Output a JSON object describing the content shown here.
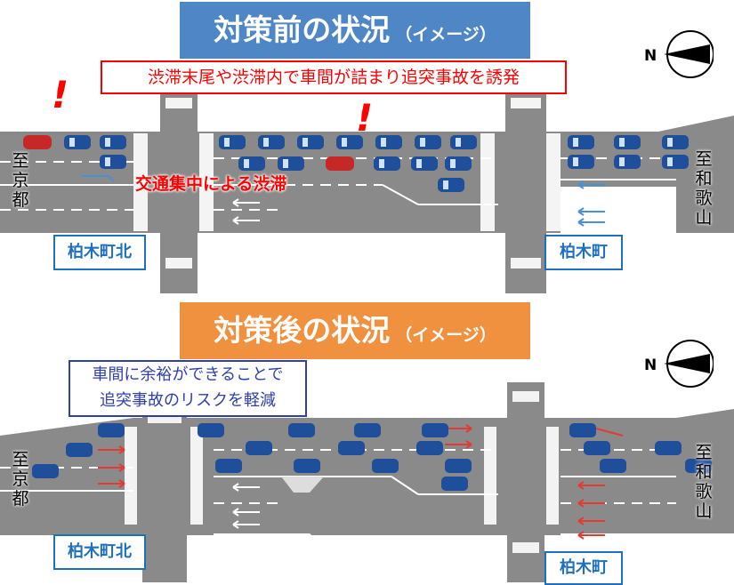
{
  "before": {
    "title": "対策前の状況",
    "title_sub": "（イメージ）",
    "callout": "渋滞末尾や渋滞内で車間が詰まり追突事故を誘発",
    "congestion_label": "交通集中による渋滞",
    "place_left": "柏木町北",
    "place_right": "柏木町",
    "dest_left": "至京都",
    "dest_right": "至和歌山",
    "exclaim": "!"
  },
  "after": {
    "title": "対策後の状況",
    "title_sub": "（イメージ）",
    "callout_line1": "車間に余裕ができることで",
    "callout_line2": "追突事故のリスクを軽減",
    "place_left": "柏木町北",
    "place_right": "柏木町",
    "dest_left": "至京都",
    "dest_right": "至和歌山"
  },
  "compass_label": "N",
  "colors": {
    "before_title": "#4f86c6",
    "after_title": "#f0913f",
    "alert_red": "#ff0000",
    "place_blue": "#1f6fc0",
    "callout_navy": "#2f3fae",
    "road_gray": "#8a8a8a",
    "car_blue": "#1f4e9a",
    "car_red": "#c62828"
  }
}
